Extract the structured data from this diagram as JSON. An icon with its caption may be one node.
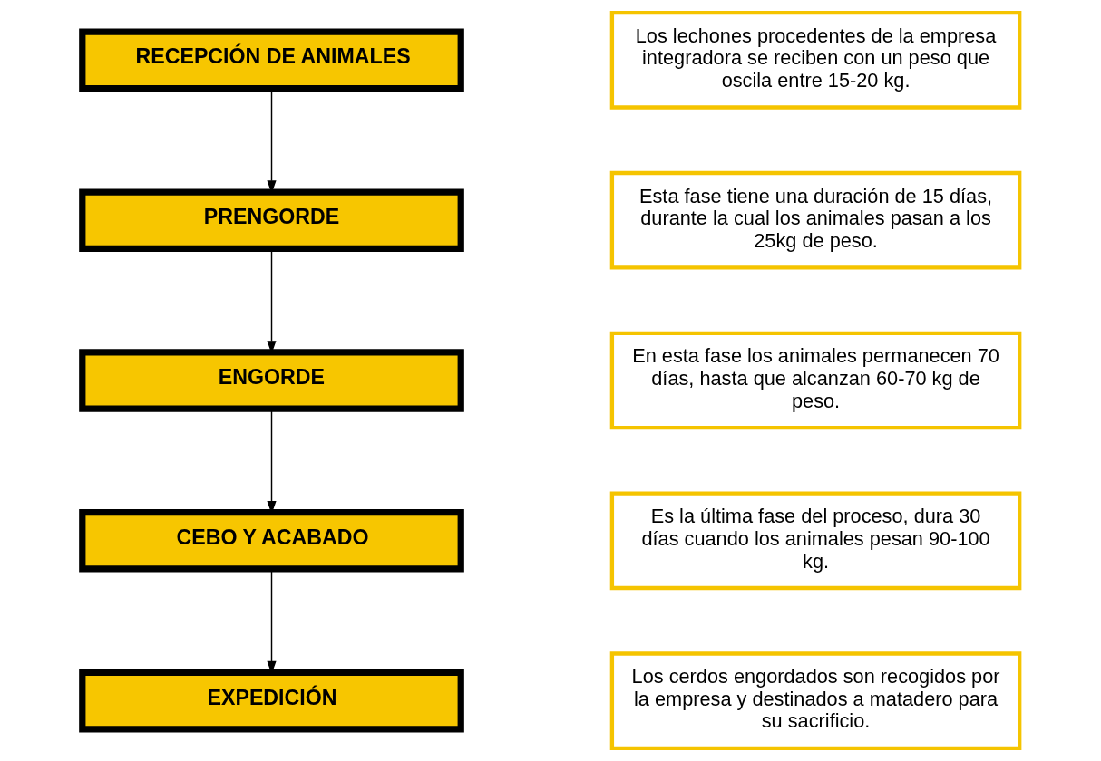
{
  "diagram": {
    "nodes": [
      {
        "text": [
          "RECEPCIÓN DE ANIMALES"
        ]
      },
      {
        "text": [
          "Los lechones procedentes de la empresa integradora se reciben con un peso que oscila entre 15-20 kg."
        ]
      },
      {
        "text": [
          "PRENGORDE"
        ]
      },
      {
        "text": [
          "Esta fase tiene una duración de 15 días, durante la cual los animales pasan a los 25kg de peso."
        ]
      },
      {
        "text": [
          "ENGORDE"
        ]
      },
      {
        "text": [
          "En esta fase los animales permanecen 70 días, hasta que alcanzan 60-70 kg de peso."
        ]
      },
      {
        "text": [
          "CEBO Y ACABADO"
        ]
      },
      {
        "text": [
          "Es la última fase del proceso, dura 30 días cuando los animales pesan 90-100 kg."
        ]
      },
      {
        "text": [
          "EXPEDICIÓN"
        ]
      },
      {
        "text": [
          "Los cerdos engordados son recogidos por la empresa y destinados a matadero para su sacrificio."
        ]
      }
    ],
    "edges": [
      {
        "from": 0,
        "to": 2,
        "arrow": "to"
      },
      {
        "from": 2,
        "to": 4,
        "arrow": "to"
      },
      {
        "from": 4,
        "to": 6,
        "arrow": "to"
      },
      {
        "from": 6,
        "to": 8,
        "arrow": "to"
      }
    ]
  }
}
